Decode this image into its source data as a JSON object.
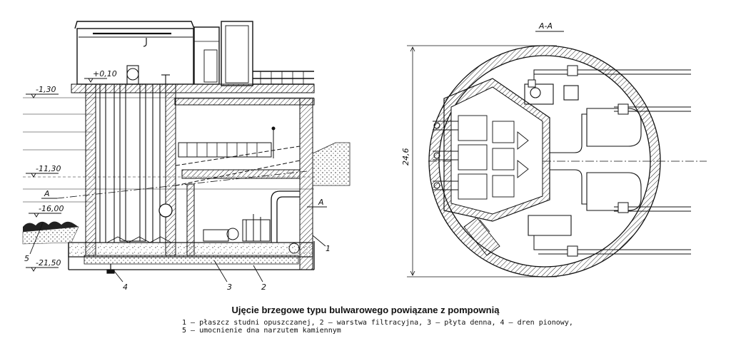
{
  "diagram": {
    "left_view": {
      "elevations": [
        "-1,30",
        "+0,10",
        "-11,30",
        "-16,00",
        "-21,50"
      ],
      "section_marks": [
        "A",
        "A"
      ],
      "callouts": [
        "1",
        "2",
        "3",
        "4",
        "5"
      ]
    },
    "right_view": {
      "section_title": "A-A",
      "dimension": "24,6"
    }
  },
  "caption": {
    "title": "Ujęcie brzegowe typu bulwarowego powiązane z pompownią",
    "legend_line1": "1 — płaszcz studni opuszczanej, 2 — warstwa filtracyjna, 3 — płyta denna, 4 — dren pionowy,",
    "legend_line2": "5 — umocnienie dna narzutem kamiennym"
  }
}
